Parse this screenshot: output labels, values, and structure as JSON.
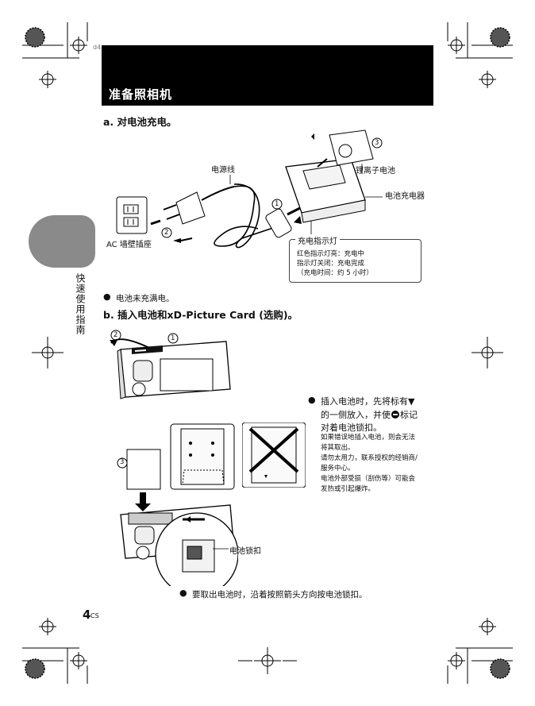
{
  "header": {
    "page_code": "d4",
    "title": "准备照相机"
  },
  "side_tab": {
    "label": "快速使用指南"
  },
  "section_a": {
    "heading": "a.  对电池充电。",
    "labels": {
      "power_cord": "电源线",
      "li_ion_battery": "锂离子电池",
      "charger": "电池充电器",
      "wall_outlet": "AC 墙壁插座",
      "step1": "1",
      "step2": "2",
      "step3": "3"
    },
    "indicator": {
      "title": "充电指示灯",
      "line1": "红色指示灯亮：充电中",
      "line2": "指示灯关闭：充电完成",
      "line3": "（充电时间：约 5 小时）"
    },
    "note": "电池未充满电。"
  },
  "section_b": {
    "heading": "b.  插入电池和xD-Picture Card (选购)。",
    "labels": {
      "step1": "1",
      "step2": "2",
      "step3": "3",
      "battery_lock": "电池锁扣"
    },
    "instruction": {
      "line1": "插入电池时，先将标有▼",
      "line2": "的一侧放入，并使",
      "line2b": "标记",
      "line3": "对着电池锁扣。"
    },
    "warnings": [
      "如果错误地插入电池，则会无法",
      "将其取出。",
      "请勿太用力，联系授权的经销商/",
      "服务中心。",
      "电池外部受损（刮伤等）可能会",
      "发热或引起爆炸。"
    ],
    "remove_note": "要取出电池时，沿着按照箭头方向按电池锁扣。"
  },
  "footer": {
    "page_number": "4",
    "lang": "CS"
  },
  "colors": {
    "banner": "#000000",
    "tab": "#8a8a8a"
  }
}
